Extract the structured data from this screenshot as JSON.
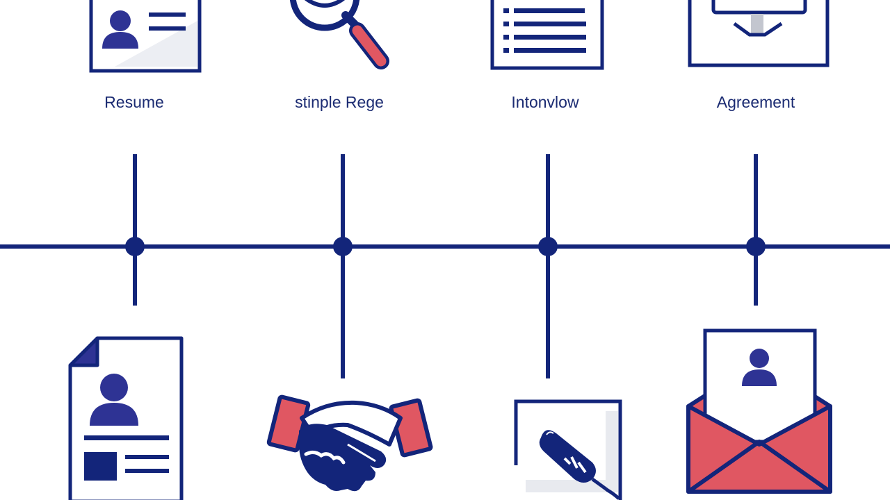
{
  "colors": {
    "navy": "#13257a",
    "icon_blue": "#2e3394",
    "red": "#e05762",
    "light_gray": "#d9dbe0",
    "paper_shadow": "#eceef3"
  },
  "stages": [
    {
      "label": "Resume",
      "top_icon": "resume-icon",
      "bottom_icon": "cv-document-icon"
    },
    {
      "label": "stinple Rege",
      "top_icon": "magnifier-icon",
      "bottom_icon": "handshake-icon"
    },
    {
      "label": "Intonvlow",
      "top_icon": "document-list-icon",
      "bottom_icon": "pen-signing-icon"
    },
    {
      "label": "Agreement",
      "top_icon": "monitor-icon",
      "bottom_icon": "envelope-offer-icon"
    }
  ]
}
